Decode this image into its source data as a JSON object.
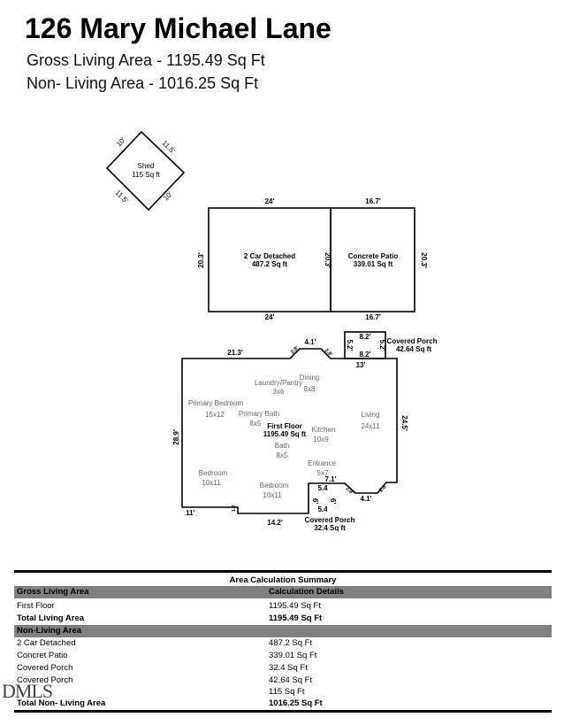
{
  "header": {
    "address": "126 Mary Michael Lane",
    "gross_living": "Gross Living Area - 1195.49 Sq Ft",
    "non_living": "Non- Living Area - 1016.25 Sq Ft"
  },
  "shed": {
    "name": "Shed",
    "area": "115 Sq ft",
    "dims": [
      "10'",
      "11.5'",
      "11.5'",
      "10'"
    ]
  },
  "garage": {
    "name": "2 Car Detached",
    "area": "487.2 Sq ft",
    "top": "24'",
    "bottom": "24'",
    "left": "20.3'",
    "right": "20.3'"
  },
  "patio": {
    "name": "Concrete Patio",
    "area": "339.01 Sq ft",
    "top": "16.7'",
    "bottom": "16.7'",
    "right": "20.3'"
  },
  "first_floor": {
    "name": "First Floor",
    "area": "1195.49 Sq ft",
    "dims": {
      "top_left": "21.3'",
      "diag1": "2.8'",
      "bump": "4.1'",
      "diag2": "2.8'",
      "top_right": "13'",
      "right": "24.5'",
      "left": "28.9'",
      "bottom_left": "11'",
      "step": "1.8'",
      "bottom_mid": "14.2'",
      "porch_top": "7.1'",
      "rdiag1": "2.8'",
      "rbump": "4.1'",
      "rdiag2": "2.8'"
    },
    "rooms": [
      {
        "name": "Laundry/Pantry",
        "size": "3x6"
      },
      {
        "name": "Dining",
        "size": "8x8"
      },
      {
        "name": "Primary Bedroom",
        "size": "15x12"
      },
      {
        "name": "Primary Bath",
        "size": "8x5"
      },
      {
        "name": "Living",
        "size": "24x11"
      },
      {
        "name": "Kitchen",
        "size": "10x9"
      },
      {
        "name": "Bath",
        "size": "8x5"
      },
      {
        "name": "Entrance",
        "size": "5x7"
      },
      {
        "name": "Bedroom",
        "size": "10x11"
      },
      {
        "name": "Bedroom",
        "size": "10x11"
      }
    ]
  },
  "porch_back": {
    "name": "Covered Porch",
    "area": "42.64 Sq ft",
    "top": "8.2'",
    "bottom": "8.2'",
    "left": "5.2'",
    "right": "5.2'"
  },
  "porch_front": {
    "name": "Covered Porch",
    "area": "32.4 Sq ft",
    "top": "5.4",
    "bottom": "5.4",
    "left": "6'",
    "right": "6'"
  },
  "summary": {
    "title": "Area Calculation Summary",
    "gla_header": "Gross Living Area",
    "details_header": "Calculation Details",
    "living_rows": [
      {
        "label": "First Floor",
        "value": "1195.49 Sq Ft"
      }
    ],
    "living_total": {
      "label": "Total Living Area",
      "value": "1195.49 Sq Ft"
    },
    "non_living_header": "Non-Living Area",
    "non_living_rows": [
      {
        "label": "2 Car Detached",
        "value": "487.2 Sq Ft"
      },
      {
        "label": "Concret Patio",
        "value": "339.01 Sq Ft"
      },
      {
        "label": "Covered Porch",
        "value": "32.4 Sq Ft"
      },
      {
        "label": "Covered Porch",
        "value": "42.64 Sq Ft"
      },
      {
        "label": "",
        "value": "115 Sq Ft"
      }
    ],
    "non_living_total": {
      "label": "Total Non- Living Area",
      "value": "1016.25 Sq Ft"
    }
  },
  "watermark": "DMLS"
}
